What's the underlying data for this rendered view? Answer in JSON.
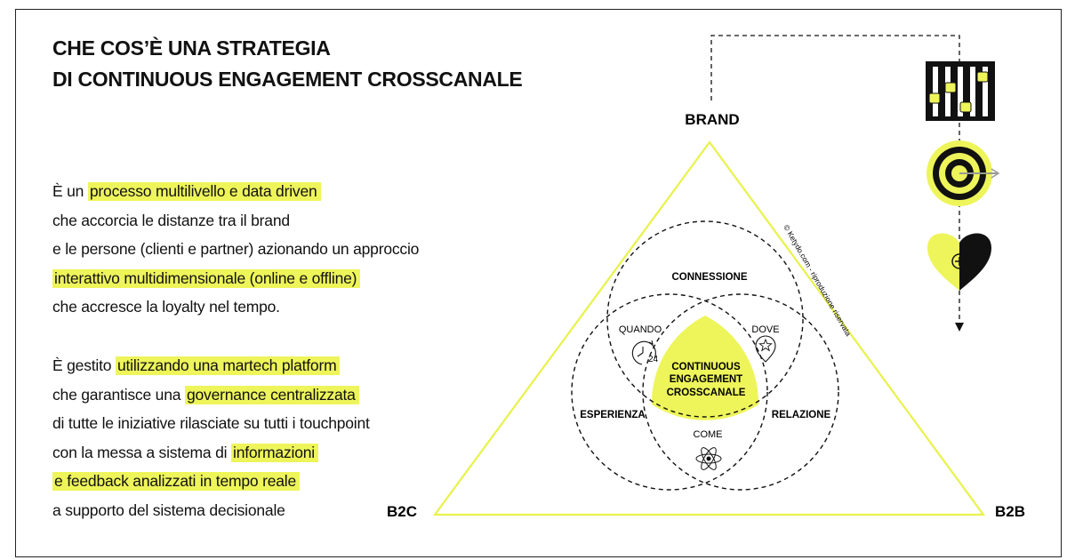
{
  "title": {
    "line1": "CHE COS’È UNA STRATEGIA",
    "line2": "DI CONTINUOUS ENGAGEMENT CROSSCANALE"
  },
  "para1": [
    {
      "pre": "È un ",
      "hl": "processo multilivello e data driven",
      "post": ""
    },
    {
      "pre": "che accorcia le distanze tra il brand",
      "hl": "",
      "post": ""
    },
    {
      "pre": "e le persone (clienti e partner) azionando un approccio",
      "hl": "",
      "post": ""
    },
    {
      "pre": "",
      "hl": "interattivo multidimensionale (online e offline)",
      "post": ""
    },
    {
      "pre": "che accresce la loyalty nel tempo.",
      "hl": "",
      "post": ""
    }
  ],
  "para2": [
    {
      "pre": "È gestito ",
      "hl": "utilizzando una martech platform",
      "post": ""
    },
    {
      "pre": "che garantisce una ",
      "hl": "governance centralizzata",
      "post": ""
    },
    {
      "pre": "di tutte le iniziative rilasciate su tutti i touchpoint",
      "hl": "",
      "post": ""
    },
    {
      "pre": "con la messa a sistema di ",
      "hl": "informazioni",
      "post": ""
    },
    {
      "pre": "",
      "hl": "e feedback analizzati in tempo reale",
      "post": ""
    },
    {
      "pre": "a supporto del sistema decisionale",
      "hl": "",
      "post": ""
    }
  ],
  "diagram": {
    "vertex_top": "BRAND",
    "vertex_left": "B2C",
    "vertex_right": "B2B",
    "center_lines": [
      "CONTINUOUS",
      "ENGAGEMENT",
      "CROSSCANALE"
    ],
    "circle_labels": {
      "top": "CONNESSIONE",
      "left": "ESPERIENZA",
      "right": "RELAZIONE"
    },
    "intersections": {
      "left": "QUANDO",
      "right": "DOVE",
      "bottom": "COME"
    },
    "clock_number": "24",
    "copyright": "© Ketydo.com - riproduzione riservata",
    "icons": [
      "sliders-icon",
      "target-icon",
      "heart-icon",
      "clock-icon",
      "location-pin-icon",
      "atom-icon"
    ]
  },
  "colors": {
    "accent": "#eef55a",
    "triangle": "#e8f24a",
    "ink": "#111111"
  }
}
